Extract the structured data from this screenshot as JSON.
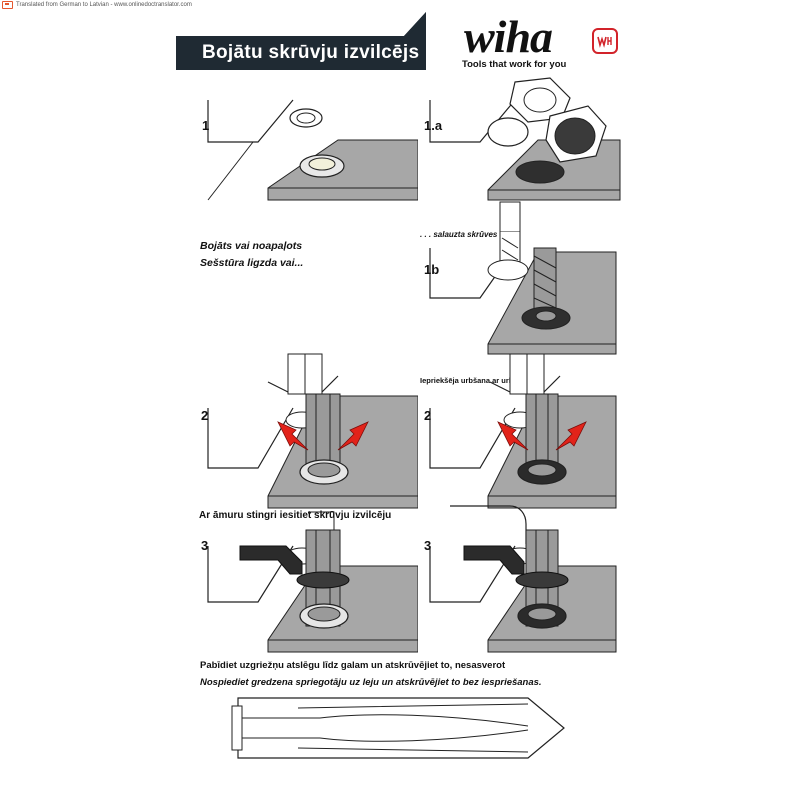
{
  "translator_note": "Translated from German to Latvian - www.onlinedoctranslator.com",
  "header": {
    "title": "Bojātu skrūvju izvilcējs",
    "brand_name": "wiha",
    "brand_tagline": "Tools that work for you",
    "banner_color": "#1f2a33",
    "brand_red": "#d2232a"
  },
  "steps": {
    "p1": "1",
    "p1a": "1.a",
    "p1b": "1b",
    "p2l": "2",
    "p2r": "2",
    "p3l": "3",
    "p3r": "3"
  },
  "captions": {
    "broken_head": ". . . salauzta skrūves galva",
    "damaged_1": "Bojāts vai noapaļots",
    "damaged_2": "Sešstūra ligzda vai...",
    "predrill": "Iepriekšēja urbšana ar urbi",
    "hammer": "Ar āmuru stingri iesitiet skrūvju izvilcēju",
    "wrench": "Pabīdiet uzgriežņu atslēgu līdz galam un atskrūvējiet to, nesasverot",
    "nospiediet": "Nospiediet gredzena spriegotāju uz leju un atskrūvējiet to bez iespriešanas."
  },
  "colors": {
    "plate": "#a7a7a7",
    "plate_dark": "#8c8c8c",
    "arrow": "#e2231a",
    "dark_ring": "#2b2b2b"
  }
}
